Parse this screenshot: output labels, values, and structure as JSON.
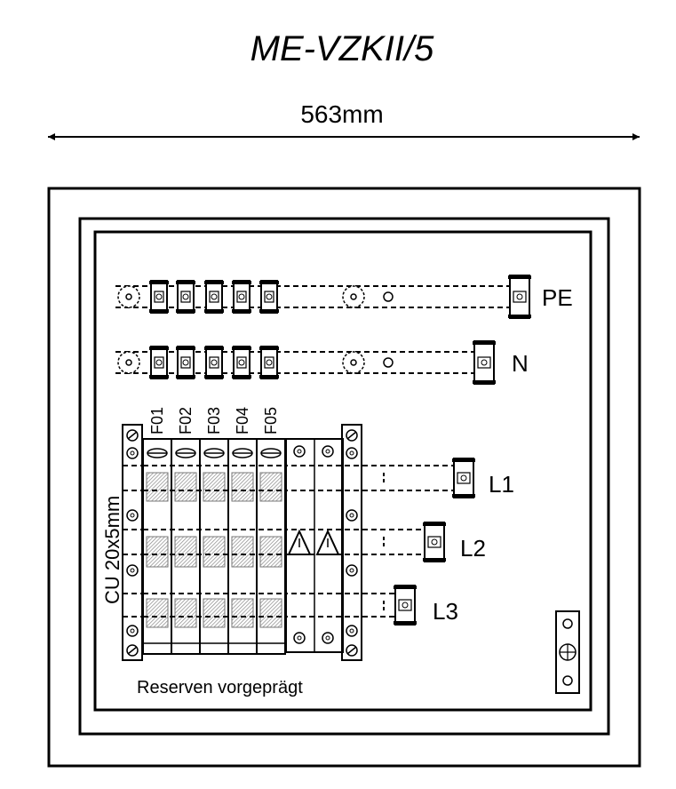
{
  "title": "ME-VZKII/5",
  "dimension": "563mm",
  "bars": {
    "pe": "PE",
    "n": "N",
    "l1": "L1",
    "l2": "L2",
    "l3": "L3"
  },
  "busbar_label": "CU 20x5mm",
  "fuses": [
    "F01",
    "F02",
    "F03",
    "F04",
    "F05"
  ],
  "note": "Reserven vorgeprägt"
}
